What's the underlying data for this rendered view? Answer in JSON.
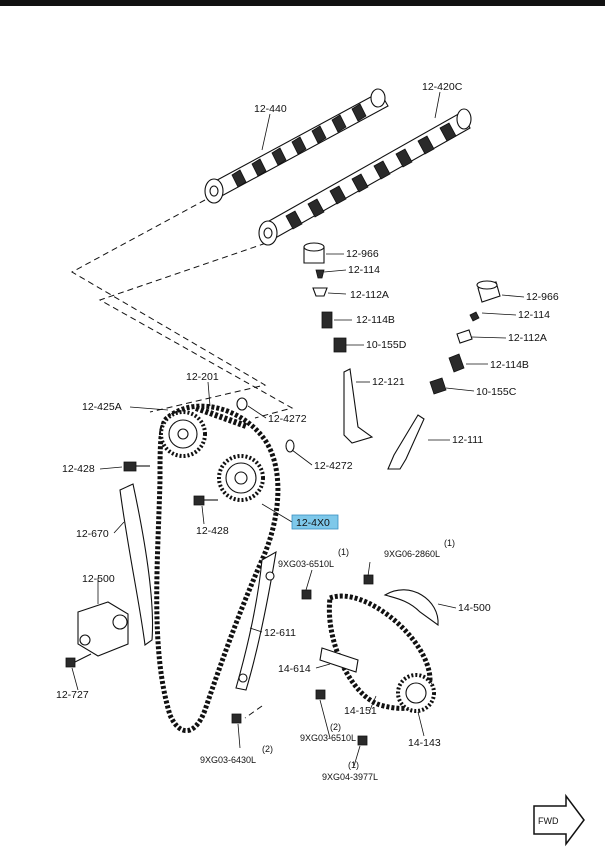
{
  "labels": {
    "camshaft_exhaust": "12-440",
    "camshaft_intake": "12-420C",
    "tappet_a": "12-966",
    "tappet_b": "12-966",
    "lock_a": "12-114",
    "lock_b": "12-114",
    "retainer_a": "12-112A",
    "retainer_b": "12-112A",
    "spring_a": "12-114B",
    "spring_b": "12-114B",
    "seal_a": "10-155D",
    "seal_b": "10-155C",
    "valve_exhaust": "12-121",
    "valve_intake": "12-111",
    "sprocket_exhaust": "12-425A",
    "chain_top": "12-201",
    "washer_a": "12-4272",
    "washer_b": "12-4272",
    "bolt_a": "12-428",
    "bolt_b": "12-428",
    "vvt_actuator": "12-4X0",
    "chain_guide_left": "12-670",
    "chain_guide_right": "12-611",
    "tensioner": "12-500",
    "tensioner_bolt": "12-727",
    "bolt_6510_top": "9XG03-6510L",
    "bolt_6510_top_qty": "(1)",
    "bolt_2860": "9XG06-2860L",
    "bolt_2860_qty": "(1)",
    "oil_pump_guide": "14-500",
    "oil_pump_tensioner": "14-614",
    "oil_pump_chain": "14-151",
    "oil_pump_sprocket": "14-143",
    "bolt_6510_bottom": "9XG03-6510L",
    "bolt_6510_bottom_qty": "(2)",
    "bolt_6430": "9XG03-6430L",
    "bolt_6430_qty": "(2)",
    "bolt_3977": "9XG04-3977L",
    "bolt_3977_qty": "(1)",
    "fwd": "FWD"
  },
  "highlight_color": "#7ec8ea"
}
